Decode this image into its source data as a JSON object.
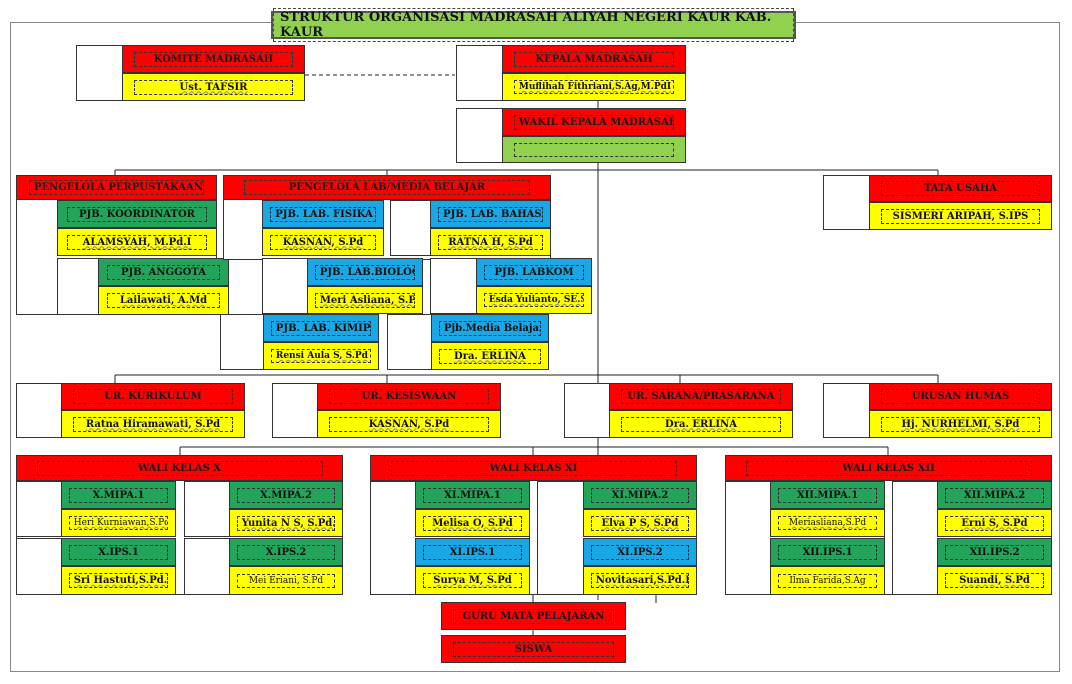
{
  "title": "STRUKTUR ORGANISASI MADRASAH ALIYAH NEGERI KAUR KAB. KAUR",
  "komite": {
    "role": "KOMITE MADRASAH",
    "name": "Ust. TAFSIR"
  },
  "kepala": {
    "role": "KEPALA MADRASAH",
    "name": "Muflihah Fithriani,S.Ag,M.PdI"
  },
  "wakil": {
    "role": "WAKIL KEPALA MADRASAH",
    "name": ""
  },
  "perpustakaan": {
    "role": "PENGELOLA PERPUSTAKAAN",
    "koordinator": {
      "role": "PJB. KOORDINATOR",
      "name": "ALAMSYAH, M.Pd.I"
    },
    "anggota": {
      "role": "PJB. ANGGOTA",
      "name": "Lailawati, A.Md"
    }
  },
  "lab": {
    "role": "PENGELOLA LAB/MEDIA BELAJAR",
    "fisika": {
      "role": "PJB. LAB. FISIKA",
      "name": "KASNAN, S.Pd"
    },
    "bahasa": {
      "role": "PJB. LAB. BAHASA",
      "name": "RATNA H, S.Pd"
    },
    "biologi": {
      "role": "PJB. LAB.BIOLOGI",
      "name": "Meri Asliana, S.Pd"
    },
    "labkom": {
      "role": "PJB. LABKOM",
      "name": "Esda Yulianto, SE.Sy"
    },
    "kimia": {
      "role": "PJB. LAB. KIMIPA",
      "name": "Rensi Aula S, S.Pd"
    },
    "media": {
      "role": "Pjb.Media Belajar",
      "name": "Dra. ERLINA"
    }
  },
  "tu": {
    "role": "TATA USAHA",
    "name": "SISMERI ARIPAH, S.IPS"
  },
  "urusan": [
    {
      "role": "UR. KURIKULUM",
      "name": "Ratna Hiramawati, S.Pd"
    },
    {
      "role": "UR. KESISWAAN",
      "name": "KASNAN, S.Pd"
    },
    {
      "role": "UR. SARANA/PRASARANA",
      "name": "Dra. ERLINA"
    },
    {
      "role": "URUSAN HUMAS",
      "name": "Hj. NURHELMI, S.Pd"
    }
  ],
  "wali": [
    {
      "title": "WALI KELAS X",
      "classes": [
        {
          "role": "X.MIPA.1",
          "name": "Heri Kurniawan,S.Pd.I"
        },
        {
          "role": "X.MIPA.2",
          "name": "Yunita N S, S.Pd."
        },
        {
          "role": "X.IPS.1",
          "name": "Sri Hastuti,S.Pd.I"
        },
        {
          "role": "X.IPS.2",
          "name": "Mei Eriani, S.Pd"
        }
      ]
    },
    {
      "title": "WALI KELAS XI",
      "classes": [
        {
          "role": "XI.MIPA.1",
          "name": "Melisa O, S.Pd"
        },
        {
          "role": "XI.MIPA.2",
          "name": "Elva P S, S.Pd"
        },
        {
          "role": "XI.IPS.1",
          "name": "Surya M, S.Pd"
        },
        {
          "role": "XI.IPS.2",
          "name": "Novitasari,S.Pd.I"
        }
      ]
    },
    {
      "title": "WALI KELAS XII",
      "classes": [
        {
          "role": "XII.MIPA.1",
          "name": "Meriasliana,S.Pd"
        },
        {
          "role": "XII.MIPA.2",
          "name": "Erni S, S.Pd"
        },
        {
          "role": "XII.IPS.1",
          "name": "Ilma Farida,S.Ag"
        },
        {
          "role": "XII.IPS.2",
          "name": "Suandi, S.Pd"
        }
      ]
    }
  ],
  "guru": "GURU MATA PELAJARAN",
  "siswa": "SISWA",
  "colors": {
    "title": "#92d050",
    "role": "#ff0000",
    "name": "#ffff00",
    "pjb_green": "#22a55a",
    "pjb_blue": "#1aa7e6"
  }
}
